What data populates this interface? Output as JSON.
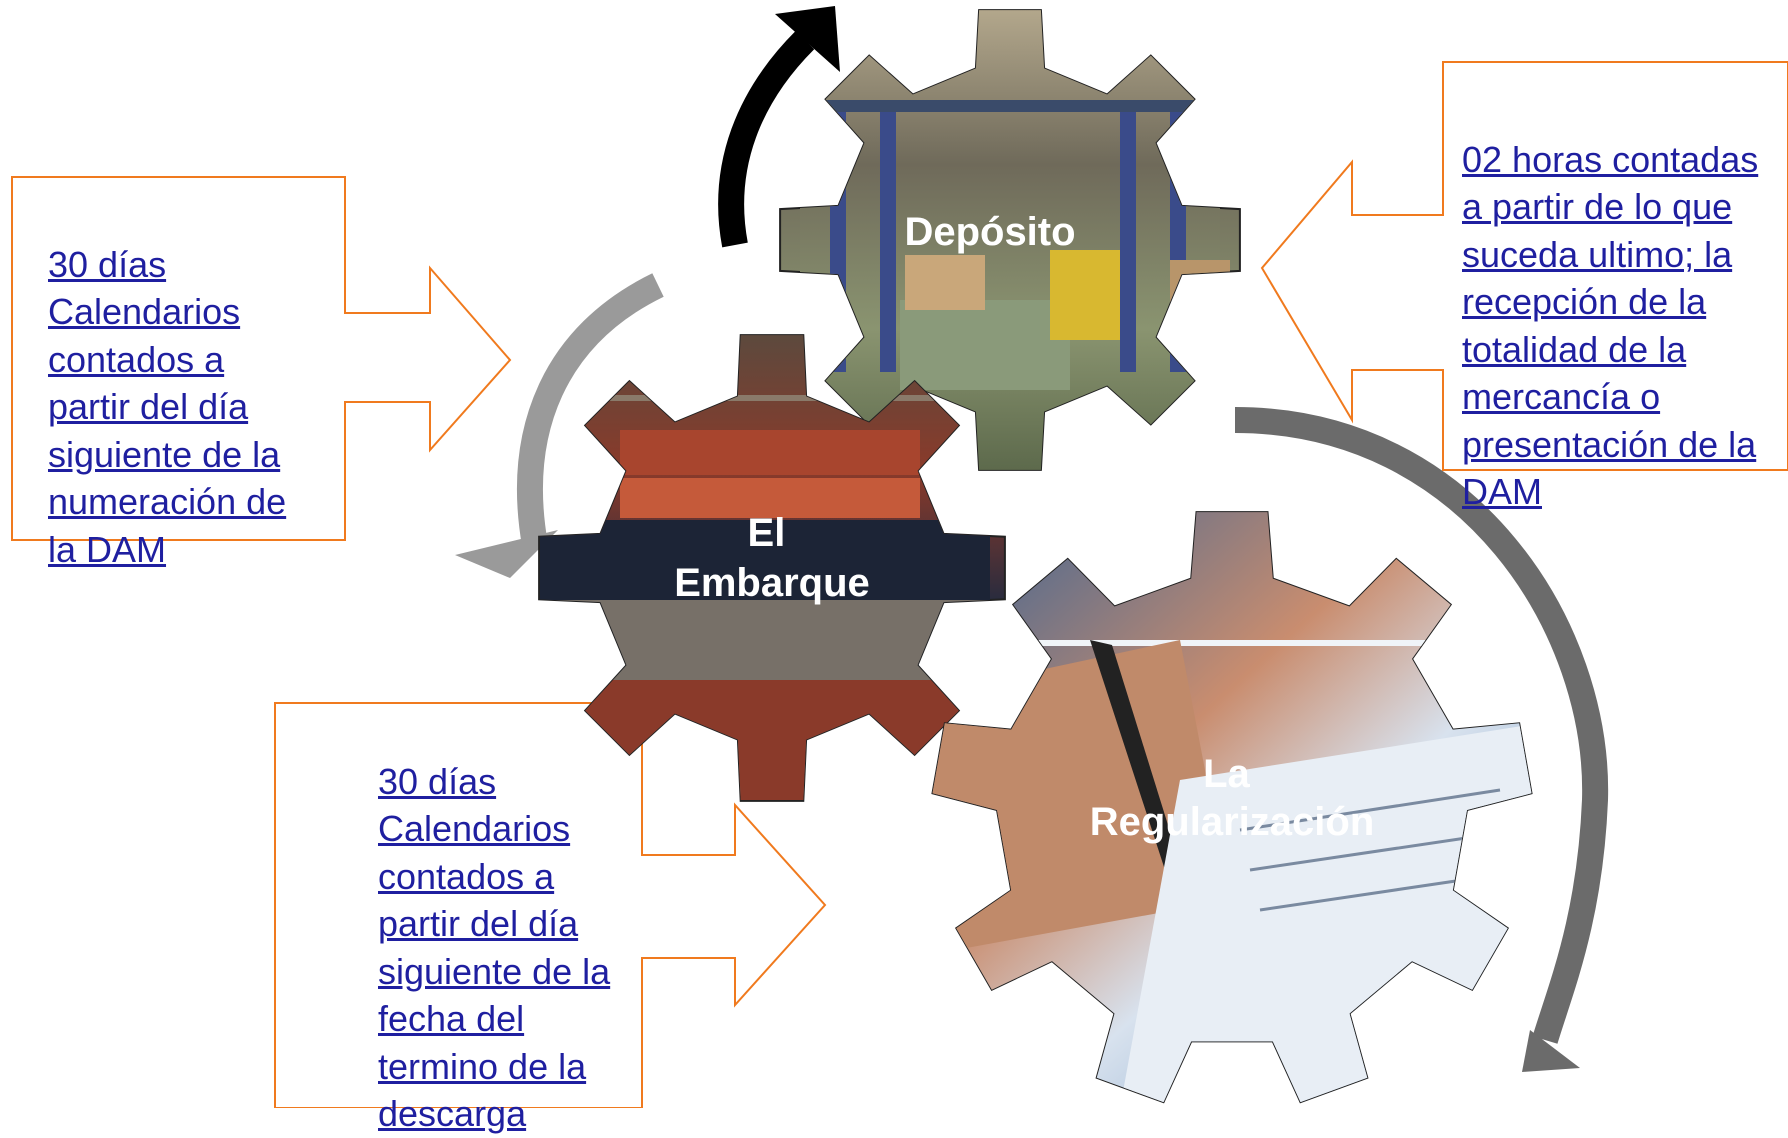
{
  "gears": {
    "deposito": {
      "label_lines": [
        "Depósito"
      ]
    },
    "embarque": {
      "label_lines": [
        "El",
        "Embarque"
      ]
    },
    "regularizacion": {
      "label_lines": [
        "La",
        "Regularización"
      ]
    }
  },
  "callouts": {
    "embarque_plazo": "30 días\nCalendarios\ncontados a\npartir del día\nsiguiente de la\nnumeración de\nla DAM",
    "deposito_plazo": "02 horas contadas\na partir de lo que\nsuceda ultimo; la\nrecepción de la\ntotalidad de la\nmercancía o\npresentación de la\nDAM",
    "regularizacion_plazo": "30 días\nCalendarios\ncontados a\npartir del día\nsiguiente de la\nfecha del\ntermino de la\ndescarga"
  },
  "colors": {
    "callout_border": "#f07a1e",
    "link_text": "#1f1fa0",
    "arrow_black": "#000000",
    "arrow_light_gray": "#9a9a9a",
    "arrow_dark_gray": "#6b6b6b"
  }
}
